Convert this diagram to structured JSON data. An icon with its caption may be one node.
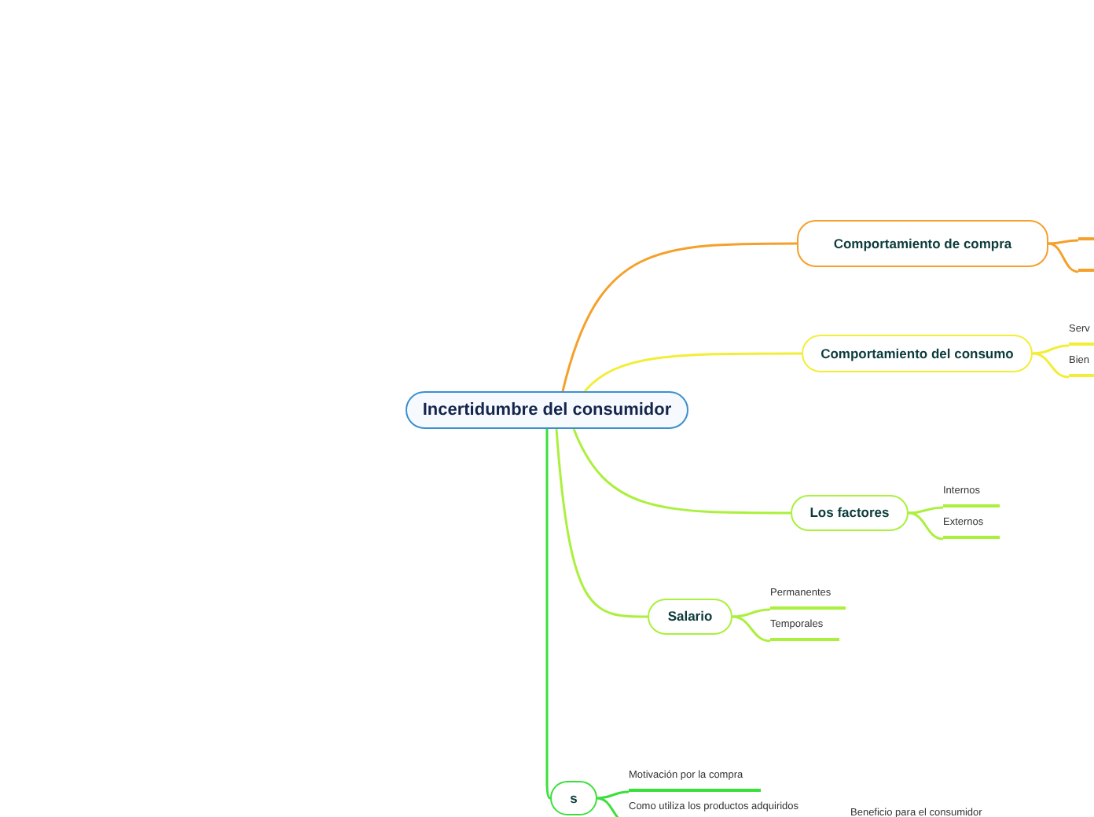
{
  "diagram": {
    "nodes": [
      {
        "text": [
          "Incertidumbre del consumidor"
        ]
      },
      {
        "text": [
          "Comportamiento de compra"
        ]
      },
      {
        "text": [],
        "shape": "bar"
      },
      {
        "text": [],
        "shape": "bar"
      },
      {
        "text": [
          "Comportamiento del consumo"
        ]
      },
      {
        "text": [
          "Serv"
        ]
      },
      {
        "text": [
          "Bien"
        ]
      },
      {
        "text": [
          "Los factores"
        ]
      },
      {
        "text": [
          "Internos"
        ]
      },
      {
        "text": [
          "Externos"
        ]
      },
      {
        "text": [
          "Salario"
        ]
      },
      {
        "text": [
          "Permanentes"
        ]
      },
      {
        "text": [
          "Temporales"
        ]
      },
      {
        "text": [
          "s"
        ]
      },
      {
        "text": [
          "Motivación por la compra"
        ]
      },
      {
        "text": [
          "Como utiliza los productos adquiridos"
        ]
      }
    ],
    "edges": [
      {
        "from": 0,
        "to": 1,
        "arrow": "none",
        "color": "#f5a02a"
      },
      {
        "from": 1,
        "to": 2,
        "arrow": "none",
        "color": "#f5a02a"
      },
      {
        "from": 1,
        "to": 3,
        "arrow": "none",
        "color": "#f5a02a"
      },
      {
        "from": 0,
        "to": 4,
        "arrow": "none",
        "color": "#f2ee38"
      },
      {
        "from": 4,
        "to": 5,
        "arrow": "none",
        "color": "#f2ee38"
      },
      {
        "from": 4,
        "to": 6,
        "arrow": "none",
        "color": "#f2ee38"
      },
      {
        "from": 0,
        "to": 7,
        "arrow": "none",
        "color": "#aaf03c"
      },
      {
        "from": 7,
        "to": 8,
        "arrow": "none",
        "color": "#aaf03c"
      },
      {
        "from": 7,
        "to": 9,
        "arrow": "none",
        "color": "#aaf03c"
      },
      {
        "from": 0,
        "to": 10,
        "arrow": "none",
        "color": "#aaf03c"
      },
      {
        "from": 10,
        "to": 11,
        "arrow": "none",
        "color": "#aaf03c"
      },
      {
        "from": 10,
        "to": 12,
        "arrow": "none",
        "color": "#aaf03c"
      },
      {
        "from": 0,
        "to": 13,
        "arrow": "none",
        "color": "#3ae03a"
      },
      {
        "from": 13,
        "to": 14,
        "arrow": "none",
        "color": "#3ae03a"
      },
      {
        "from": 13,
        "to": 15,
        "arrow": "none",
        "color": "#3ae03a"
      }
    ],
    "labels": [
      "Beneficio para el consumidor"
    ]
  }
}
